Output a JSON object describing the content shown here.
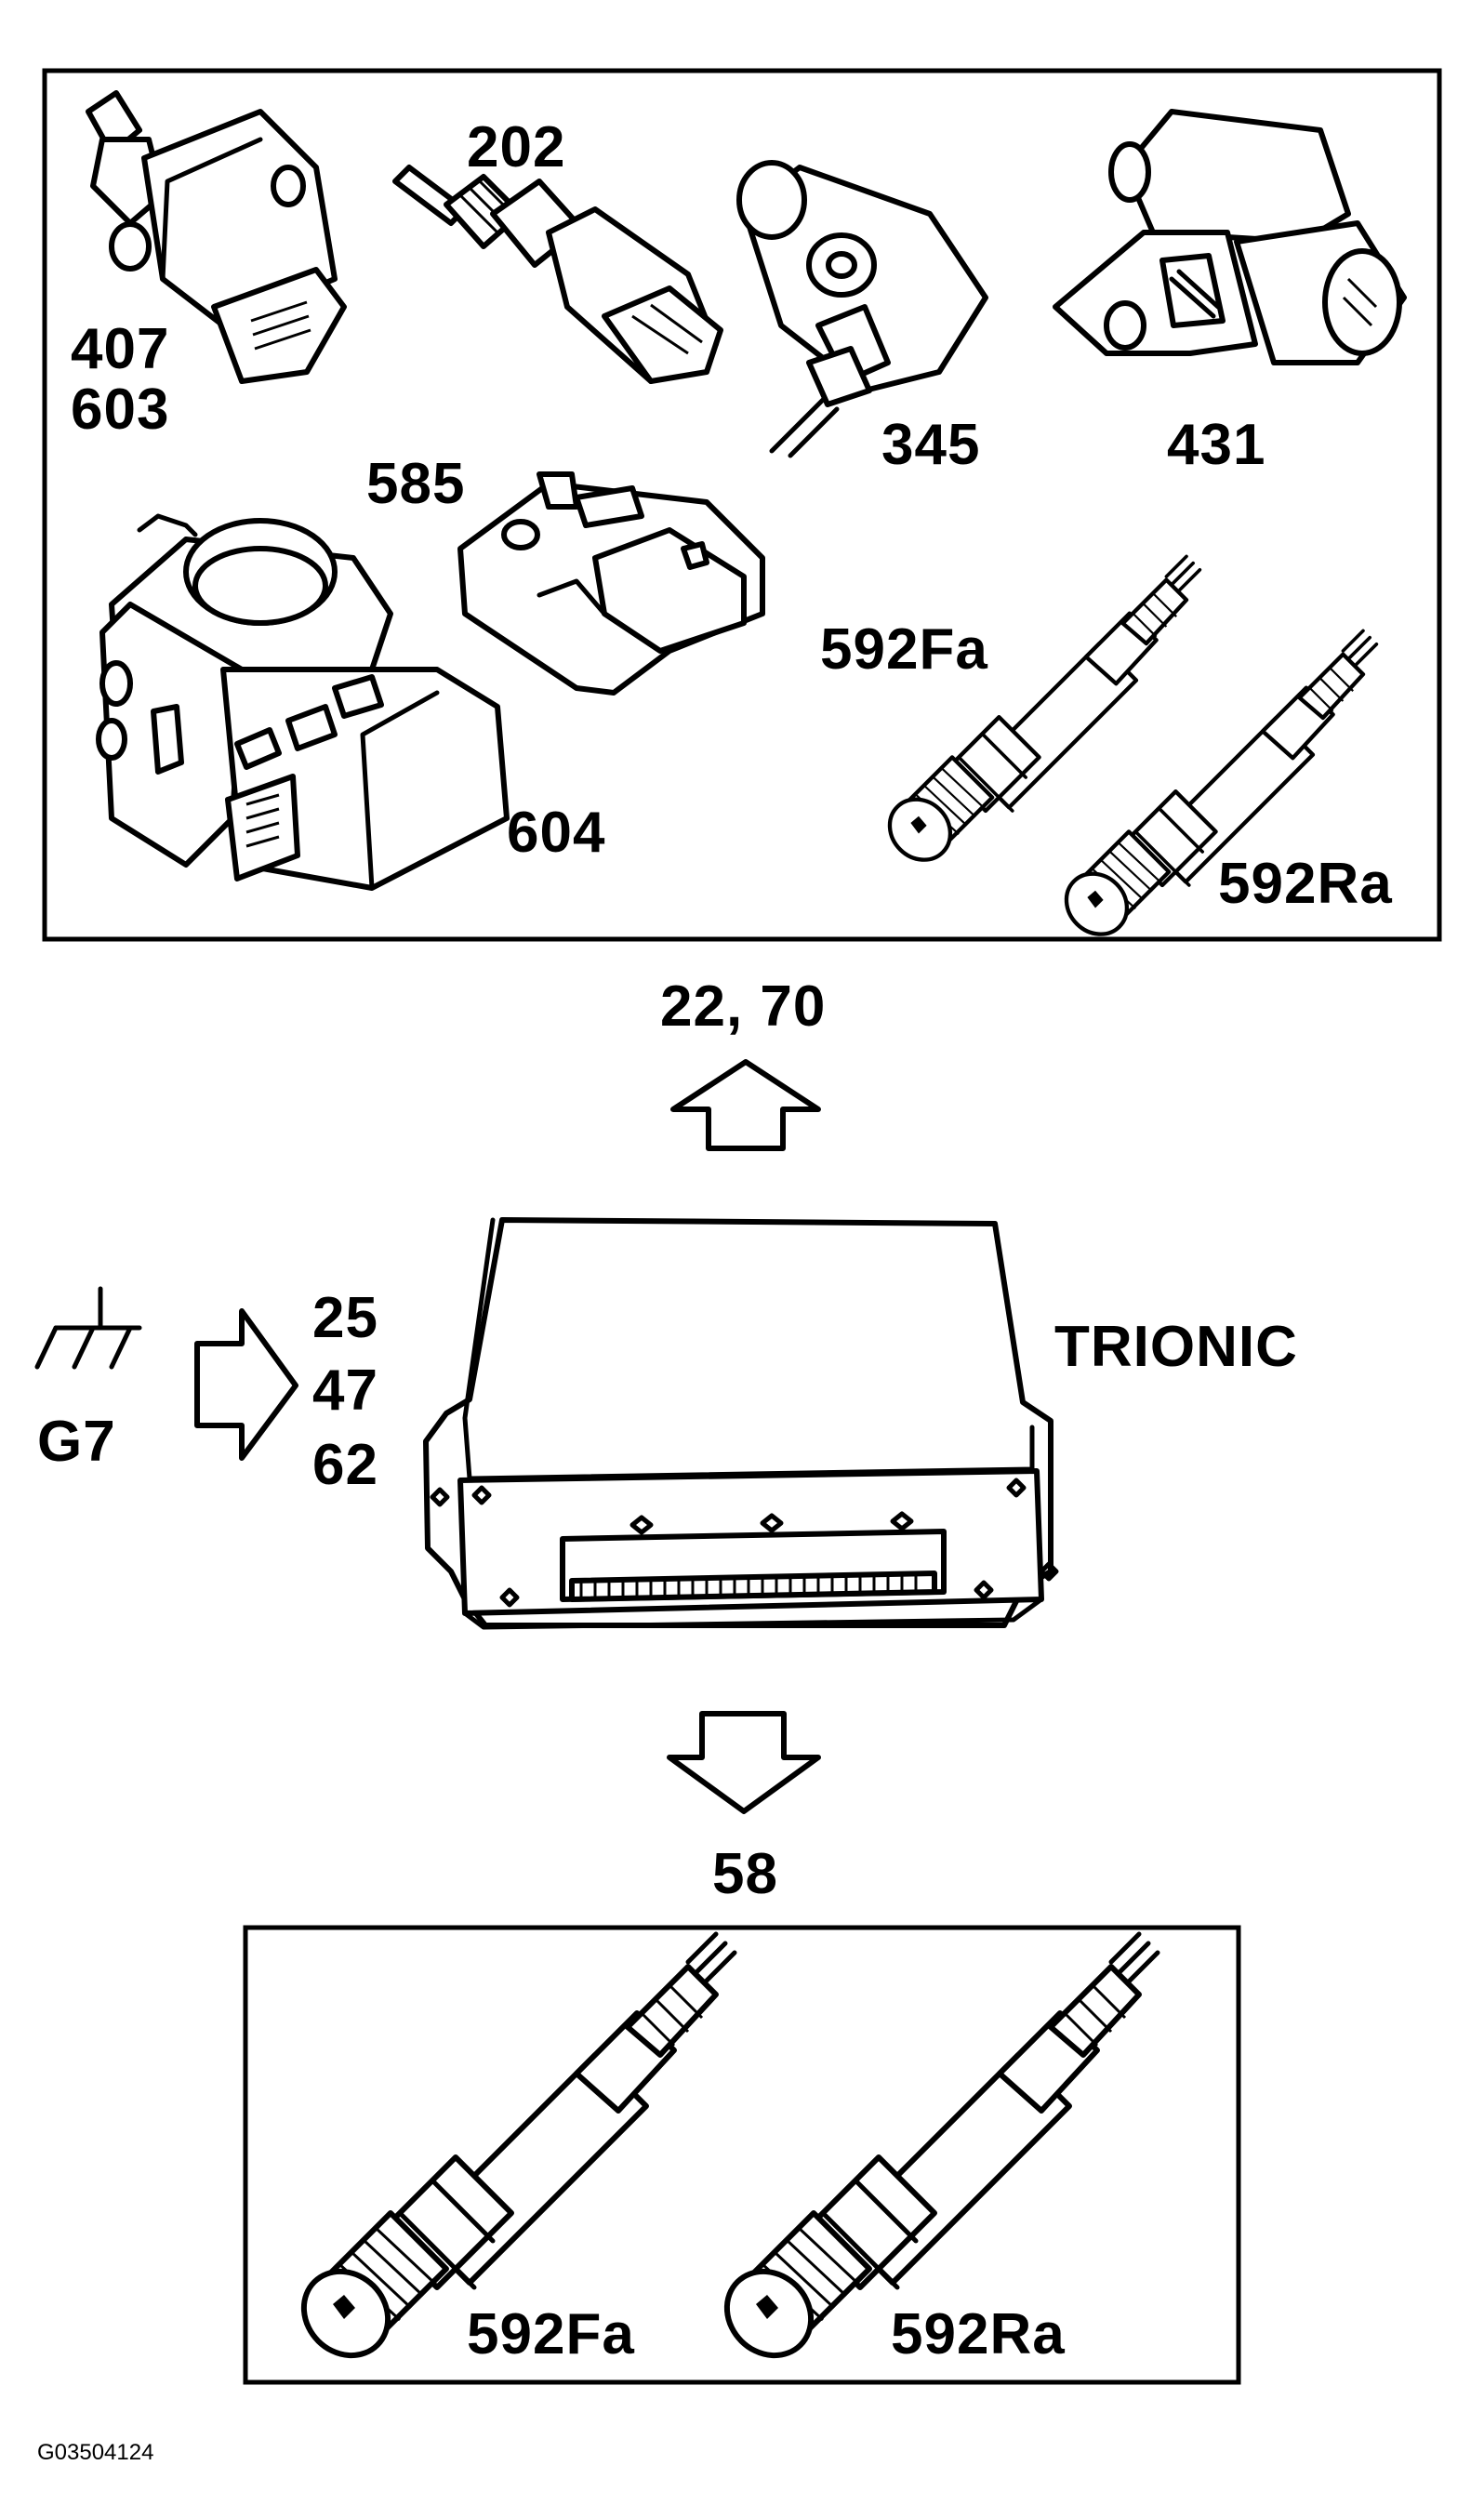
{
  "labels": {
    "c407": "407",
    "c603": "603",
    "c202": "202",
    "c345": "345",
    "c431": "431",
    "c585": "585",
    "c604": "604",
    "c592fa_top": "592Fa",
    "c592ra_top": "592Ra",
    "out_arrow": "22, 70",
    "g7": "G7",
    "in_25": "25",
    "in_47": "47",
    "in_62": "62",
    "ecu": "TRIONIC",
    "down_arrow": "58",
    "c592fa_bot": "592Fa",
    "c592ra_bot": "592Ra",
    "figure_id": "G03504124"
  },
  "icons": [
    "ground-symbol-icon",
    "arrow-up-icon",
    "arrow-right-icon",
    "arrow-down-icon",
    "ecu-module-icon",
    "oxygen-sensor-icon",
    "throttle-body-icon",
    "pressure-sensor-icon",
    "temperature-sensor-icon",
    "camshaft-sensor-icon"
  ]
}
